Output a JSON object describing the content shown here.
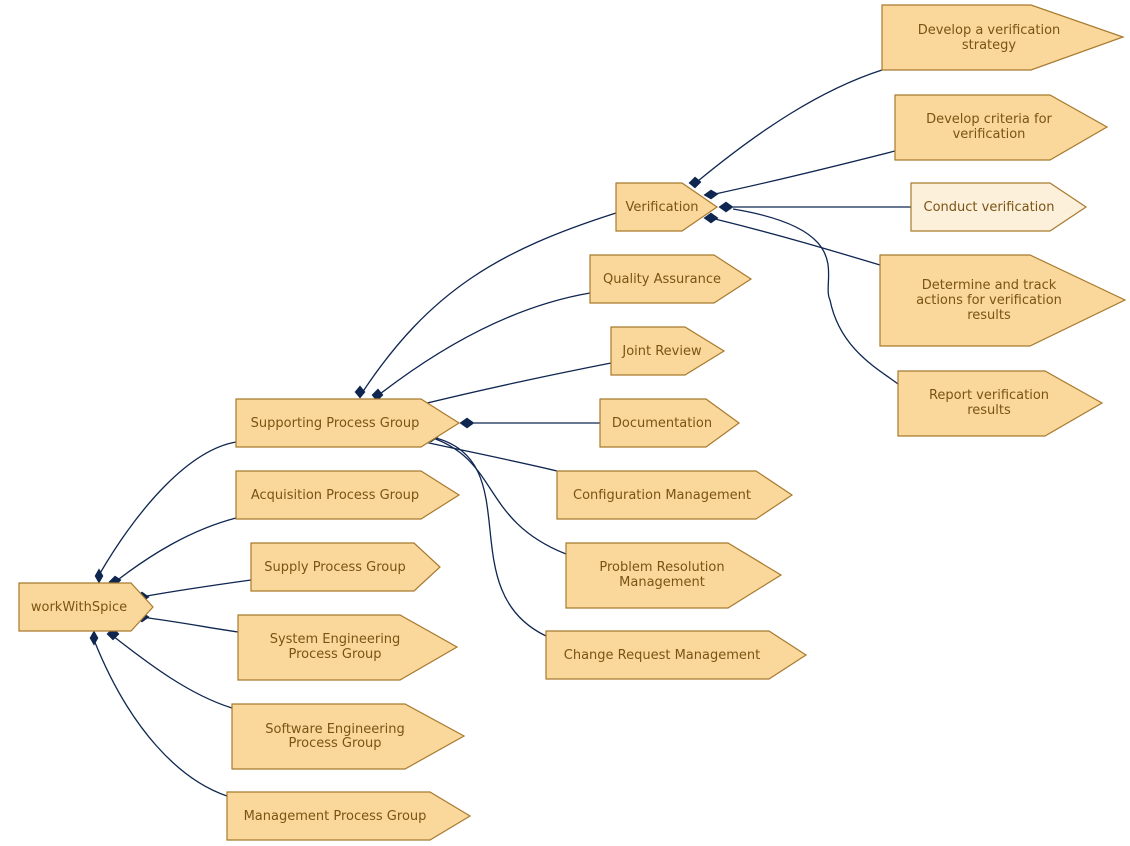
{
  "nodes": {
    "root": "workWithSpice",
    "acquisition": "Acquisition Process Group",
    "supply": "Supply Process Group",
    "system_eng": [
      "System Engineering",
      "Process Group"
    ],
    "software_eng": [
      "Software Engineering",
      "Process Group"
    ],
    "management": "Management Process Group",
    "supporting": "Supporting Process Group",
    "verification": "Verification",
    "quality": "Quality Assurance",
    "joint_review": "Joint Review",
    "documentation": "Documentation",
    "config_mgmt": "Configuration Management",
    "problem_res": [
      "Problem Resolution",
      "Management"
    ],
    "change_req": "Change Request Management",
    "ver_strategy": [
      "Develop a verification",
      "strategy"
    ],
    "ver_criteria": [
      "Develop criteria for",
      "verification"
    ],
    "ver_conduct": "Conduct verification",
    "ver_track": [
      "Determine and track",
      "actions for verification",
      "results"
    ],
    "ver_report": [
      "Report verification",
      "results"
    ]
  },
  "colors": {
    "node_fill": "#fad89b",
    "node_fill_highlight": "#fdf0da",
    "node_border": "#a87a2e",
    "text": "#7a5414",
    "edge": "#0e2650"
  }
}
